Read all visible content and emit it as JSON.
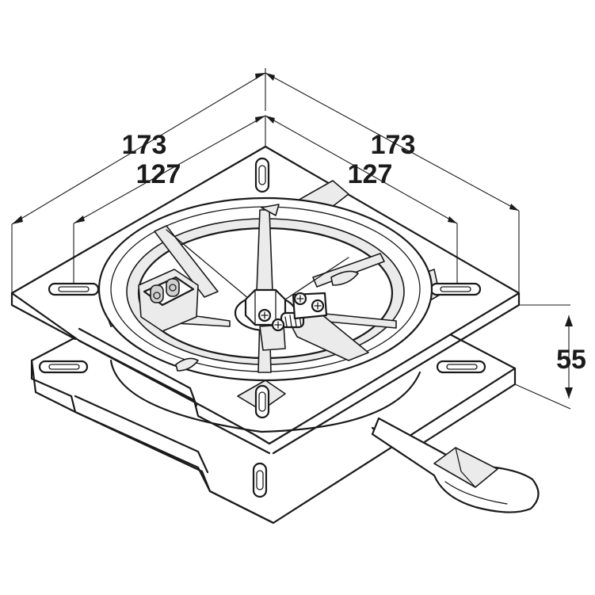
{
  "dimensions": {
    "outer_width_left": "173",
    "inner_width_left": "127",
    "outer_width_right": "173",
    "inner_width_right": "127",
    "height": "55"
  }
}
